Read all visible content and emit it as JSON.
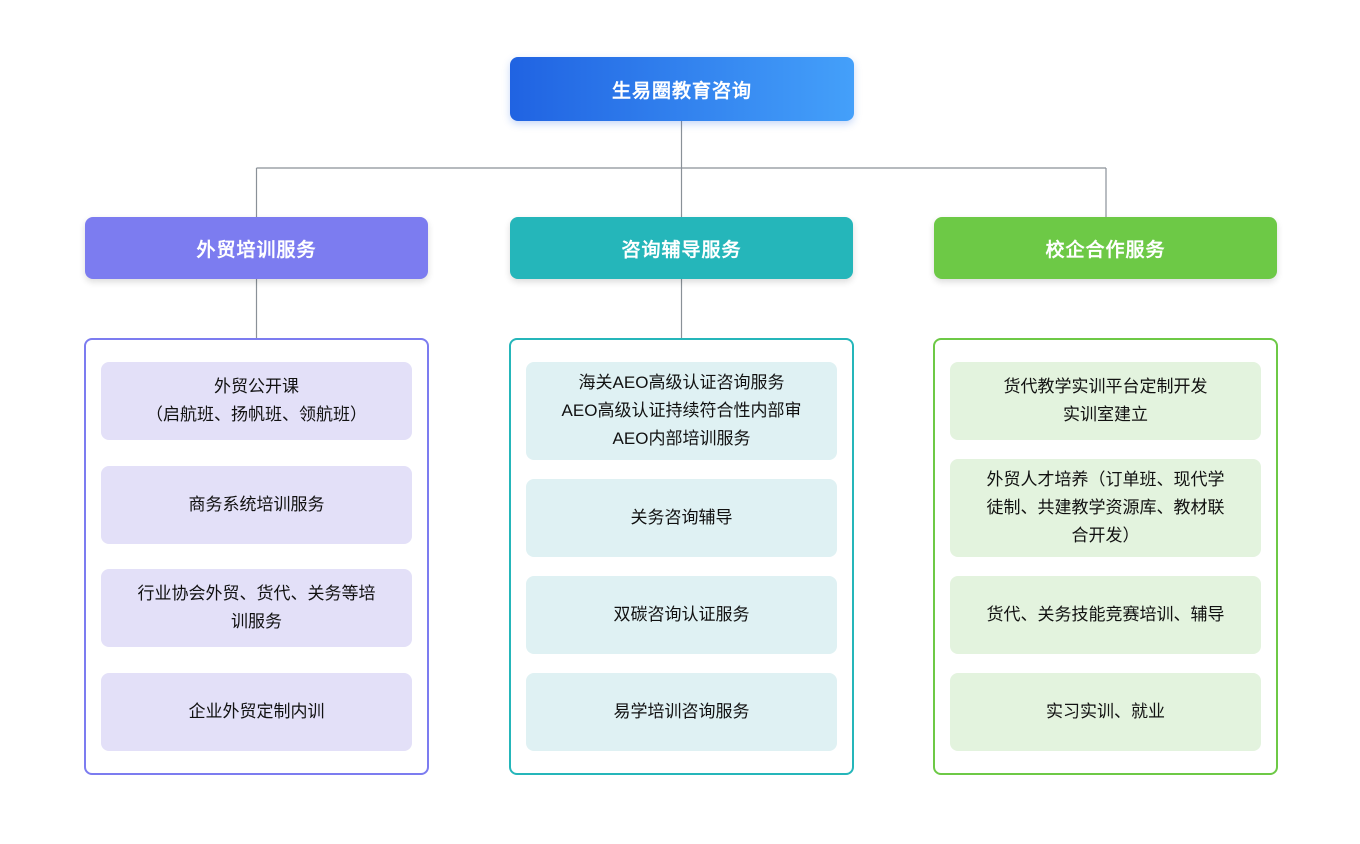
{
  "root": {
    "label": "生易圈教育咨询",
    "gradient_from": "#2063e2",
    "gradient_to": "#44a0fa"
  },
  "connector_color": "#8a9198",
  "branches": [
    {
      "label": "外贸培训服务",
      "color": "#7c7cf0",
      "item_bg": "#e3e0f8",
      "items": [
        "外贸公开课\n（启航班、扬帆班、领航班）",
        "商务系统培训服务",
        "行业协会外贸、货代、关务等培\n训服务",
        "企业外贸定制内训"
      ]
    },
    {
      "label": "咨询辅导服务",
      "color": "#25b6ba",
      "item_bg": "#dff1f3",
      "items": [
        "海关AEO高级认证咨询服务\nAEO高级认证持续符合性内部审\nAEO内部培训服务",
        "关务咨询辅导",
        "双碳咨询认证服务",
        "易学培训咨询服务"
      ]
    },
    {
      "label": "校企合作服务",
      "color": "#6dc946",
      "item_bg": "#e3f3de",
      "items": [
        "货代教学实训平台定制开发\n实训室建立",
        "外贸人才培养（订单班、现代学\n徒制、共建教学资源库、教材联\n合开发）",
        "货代、关务技能竞赛培训、辅导",
        "实习实训、就业"
      ]
    }
  ]
}
